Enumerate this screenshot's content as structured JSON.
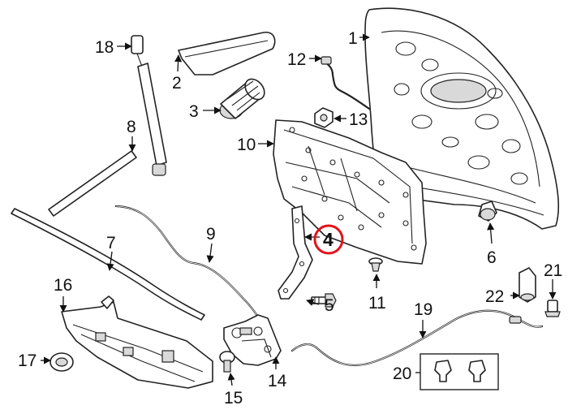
{
  "diagram": {
    "callouts": [
      {
        "id": "c1",
        "text": "1"
      },
      {
        "id": "c2",
        "text": "2"
      },
      {
        "id": "c3",
        "text": "3"
      },
      {
        "id": "c4",
        "text": "4",
        "highlighted": true
      },
      {
        "id": "c5",
        "text": "5"
      },
      {
        "id": "c6",
        "text": "6"
      },
      {
        "id": "c7",
        "text": "7"
      },
      {
        "id": "c8",
        "text": "8"
      },
      {
        "id": "c9",
        "text": "9"
      },
      {
        "id": "c10",
        "text": "10"
      },
      {
        "id": "c11",
        "text": "11"
      },
      {
        "id": "c12",
        "text": "12"
      },
      {
        "id": "c13",
        "text": "13"
      },
      {
        "id": "c14",
        "text": "14"
      },
      {
        "id": "c15",
        "text": "15"
      },
      {
        "id": "c16",
        "text": "16"
      },
      {
        "id": "c17",
        "text": "17"
      },
      {
        "id": "c18",
        "text": "18"
      },
      {
        "id": "c19",
        "text": "19"
      },
      {
        "id": "c20",
        "text": "20"
      },
      {
        "id": "c21",
        "text": "21"
      },
      {
        "id": "c22",
        "text": "22"
      }
    ],
    "highlight_color": "#e3121b",
    "line_color": "#222222",
    "background": "#ffffff"
  }
}
